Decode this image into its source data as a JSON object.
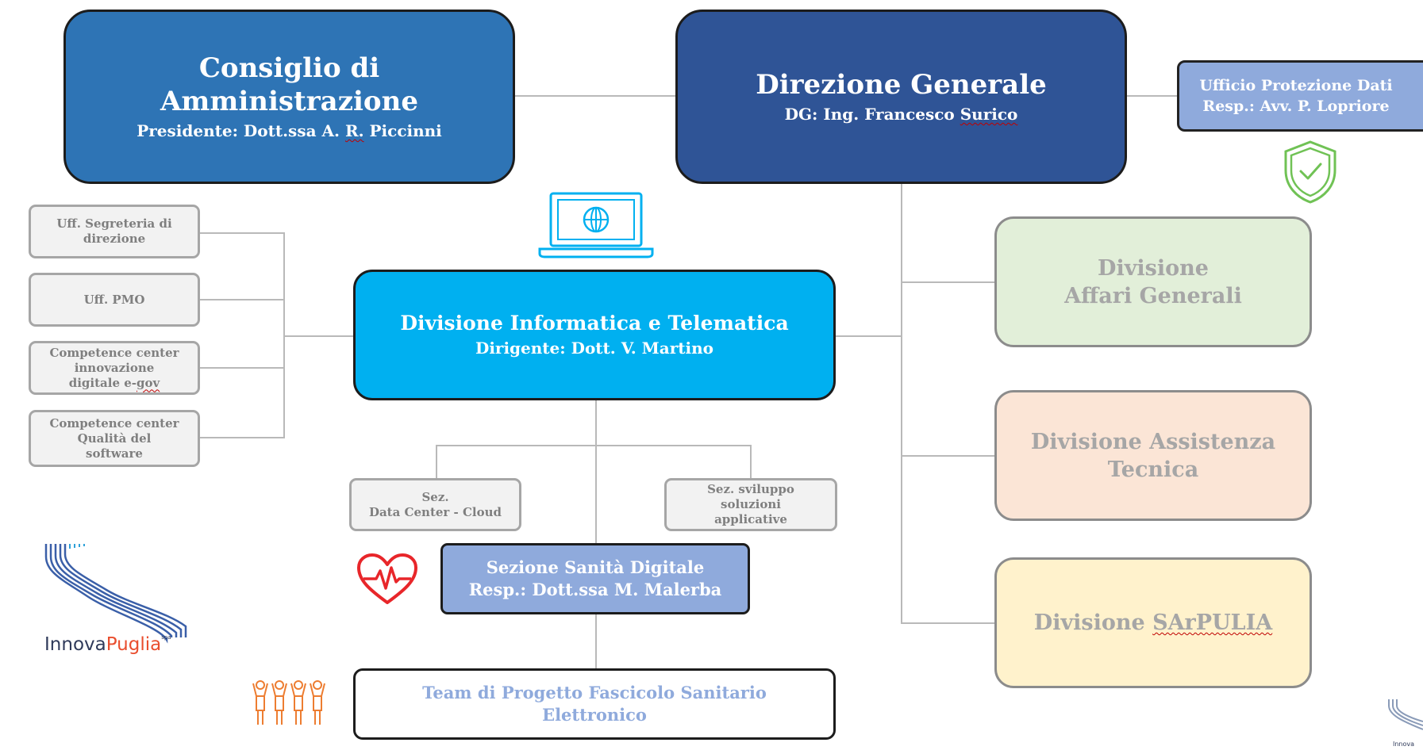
{
  "consiglio": {
    "title_line1": "Consiglio di",
    "title_line2": "Amministrazione",
    "subtitle_pre": "Presidente: Dott.ssa A. ",
    "subtitle_flag": "R.",
    "subtitle_post": " Piccinni"
  },
  "direzione": {
    "title": "Direzione Generale",
    "subtitle_pre": "DG: Ing. Francesco ",
    "subtitle_flag": "Surico"
  },
  "protezione_dati": {
    "line1": "Ufficio Protezione Dati",
    "line2": "Resp.: Avv. P. Lopriore"
  },
  "staff_offices": [
    {
      "line1": "Uff. Segreteria di",
      "line2": "direzione",
      "line3": ""
    },
    {
      "line1": "Uff. PMO",
      "line2": "",
      "line3": ""
    },
    {
      "line1": "Competence center",
      "line2": "innovazione",
      "line3_pre": "digitale e-",
      "line3_flag": "gov"
    },
    {
      "line1": "Competence center",
      "line2": "Qualità del",
      "line3": "software"
    }
  ],
  "informatica": {
    "title": "Divisione Informatica e Telematica",
    "subtitle": "Dirigente: Dott. V. Martino"
  },
  "sections": {
    "datacenter": {
      "line1": "Sez.",
      "line2": "Data Center - Cloud"
    },
    "sviluppo": {
      "line1": "Sez. sviluppo",
      "line2": "soluzioni",
      "line3": "applicative"
    }
  },
  "sanita": {
    "line1": "Sezione Sanità Digitale",
    "line2": "Resp.: Dott.ssa M. Malerba"
  },
  "team": {
    "line1": "Team di Progetto Fascicolo Sanitario",
    "line2": "Elettronico"
  },
  "divisions": {
    "affari": {
      "line1": "Divisione",
      "line2": "Affari Generali"
    },
    "assistenza": {
      "line1": "Divisione Assistenza",
      "line2": "Tecnica"
    },
    "sarpulia_pre": "Divisione ",
    "sarpulia_flag": "SArPULIA"
  },
  "logo": {
    "text_main": "Innova",
    "text_accent": "Puglia",
    "text_tm": "spa",
    "corner_text": "Innova"
  },
  "colors": {
    "consiglio": "#2e74b5",
    "direzione": "#2f5496",
    "informatica": "#00b0f0",
    "light_blue": "#8faadc",
    "affari": "#e2efd9",
    "assistenza": "#fbe5d6",
    "sarpulia": "#fff2cc",
    "heart": "#e8262a",
    "shield": "#70c255",
    "team_icon": "#ed7d31"
  },
  "icons": [
    "laptop-globe-icon",
    "shield-check-icon",
    "heart-pulse-icon",
    "team-people-icon",
    "innovapuglia-logo"
  ]
}
